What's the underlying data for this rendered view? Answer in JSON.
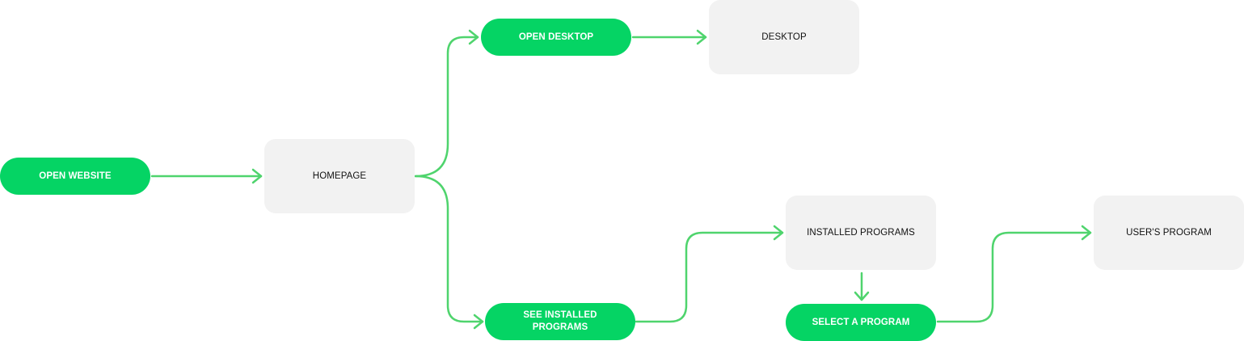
{
  "colors": {
    "action_fill": "#05d464",
    "action_text": "#ffffff",
    "screen_fill": "#f2f2f2",
    "screen_text": "#111111",
    "connector": "#4fd46d"
  },
  "nodes": {
    "open_website": "OPEN WEBSITE",
    "homepage": "HOMEPAGE",
    "open_desktop": "OPEN DESKTOP",
    "desktop": "DESKTOP",
    "see_installed_programs": "SEE INSTALLED PROGRAMS",
    "installed_programs": "INSTALLED PROGRAMS",
    "select_a_program": "SELECT A PROGRAM",
    "users_program": "USER'S PROGRAM"
  },
  "edges": [
    {
      "from": "open_website",
      "to": "homepage"
    },
    {
      "from": "homepage",
      "to": "open_desktop"
    },
    {
      "from": "homepage",
      "to": "see_installed_programs"
    },
    {
      "from": "open_desktop",
      "to": "desktop"
    },
    {
      "from": "see_installed_programs",
      "to": "installed_programs"
    },
    {
      "from": "installed_programs",
      "to": "select_a_program"
    },
    {
      "from": "select_a_program",
      "to": "users_program"
    }
  ]
}
